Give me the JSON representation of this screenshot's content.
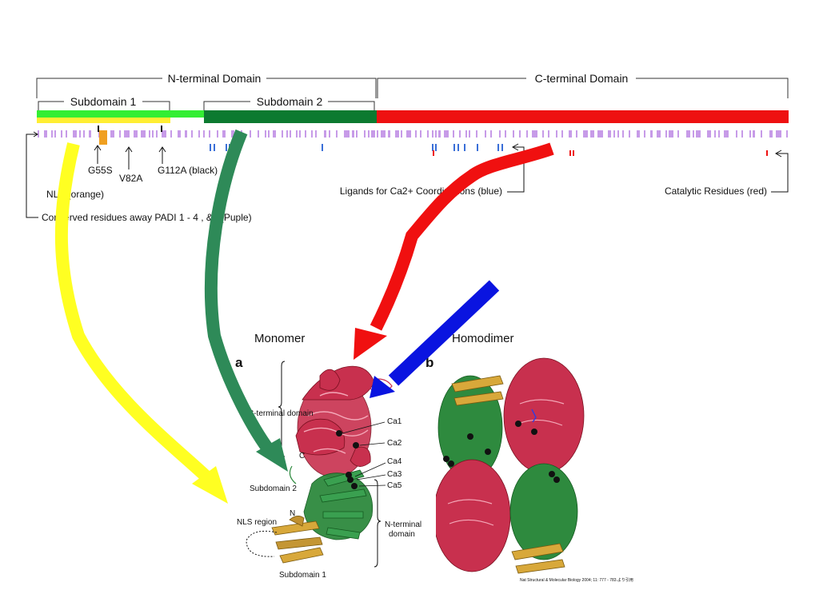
{
  "domain_bar": {
    "n_terminal": "N-terminal Domain",
    "c_terminal": "C-terminal Domain",
    "subdomain1": "Subdomain 1",
    "subdomain2": "Subdomain 2"
  },
  "colors": {
    "light_green": "#33ee33",
    "dark_green": "#0c7a30",
    "red": "#ee1111",
    "yellow": "#ffee33",
    "orange": "#f0a020",
    "purple": "#c79be8",
    "blue": "#3a6fd8",
    "black": "#111111",
    "arrow_yellow": "#ffff22",
    "arrow_green": "#2e8a58",
    "arrow_red": "#f01010",
    "arrow_blue": "#0a14e0"
  },
  "annotations": {
    "g55s": "G55S",
    "v82a": "V82A",
    "g112a": "G112A (black)",
    "nls": "NLS (orange)",
    "conserved": "Conserved residues away PADI 1 - 4 , &6 (Puple)",
    "ligands": "Ligands for Ca2+ Coordinations (blue)",
    "catalytic": "Catalytic Residues (red)"
  },
  "figure": {
    "monomer": "Monomer",
    "homodimer": "Homodimer",
    "panel_a": "a",
    "panel_b": "b",
    "c_terminal_domain": "C-terminal domain",
    "c_label": "C",
    "ca1": "Ca1",
    "ca2": "Ca2",
    "ca3": "Ca3",
    "ca4": "Ca4",
    "ca5": "Ca5",
    "subdomain2": "Subdomain 2",
    "nls_region": "NLS region",
    "n_label": "N",
    "n_terminal_line1": "N-terminal",
    "n_terminal_line2": "domain",
    "subdomain1": "Subdomain 1",
    "citation": "Nat Structural & Molecular Biology 2004; 11: 777 - 783.より引用"
  }
}
